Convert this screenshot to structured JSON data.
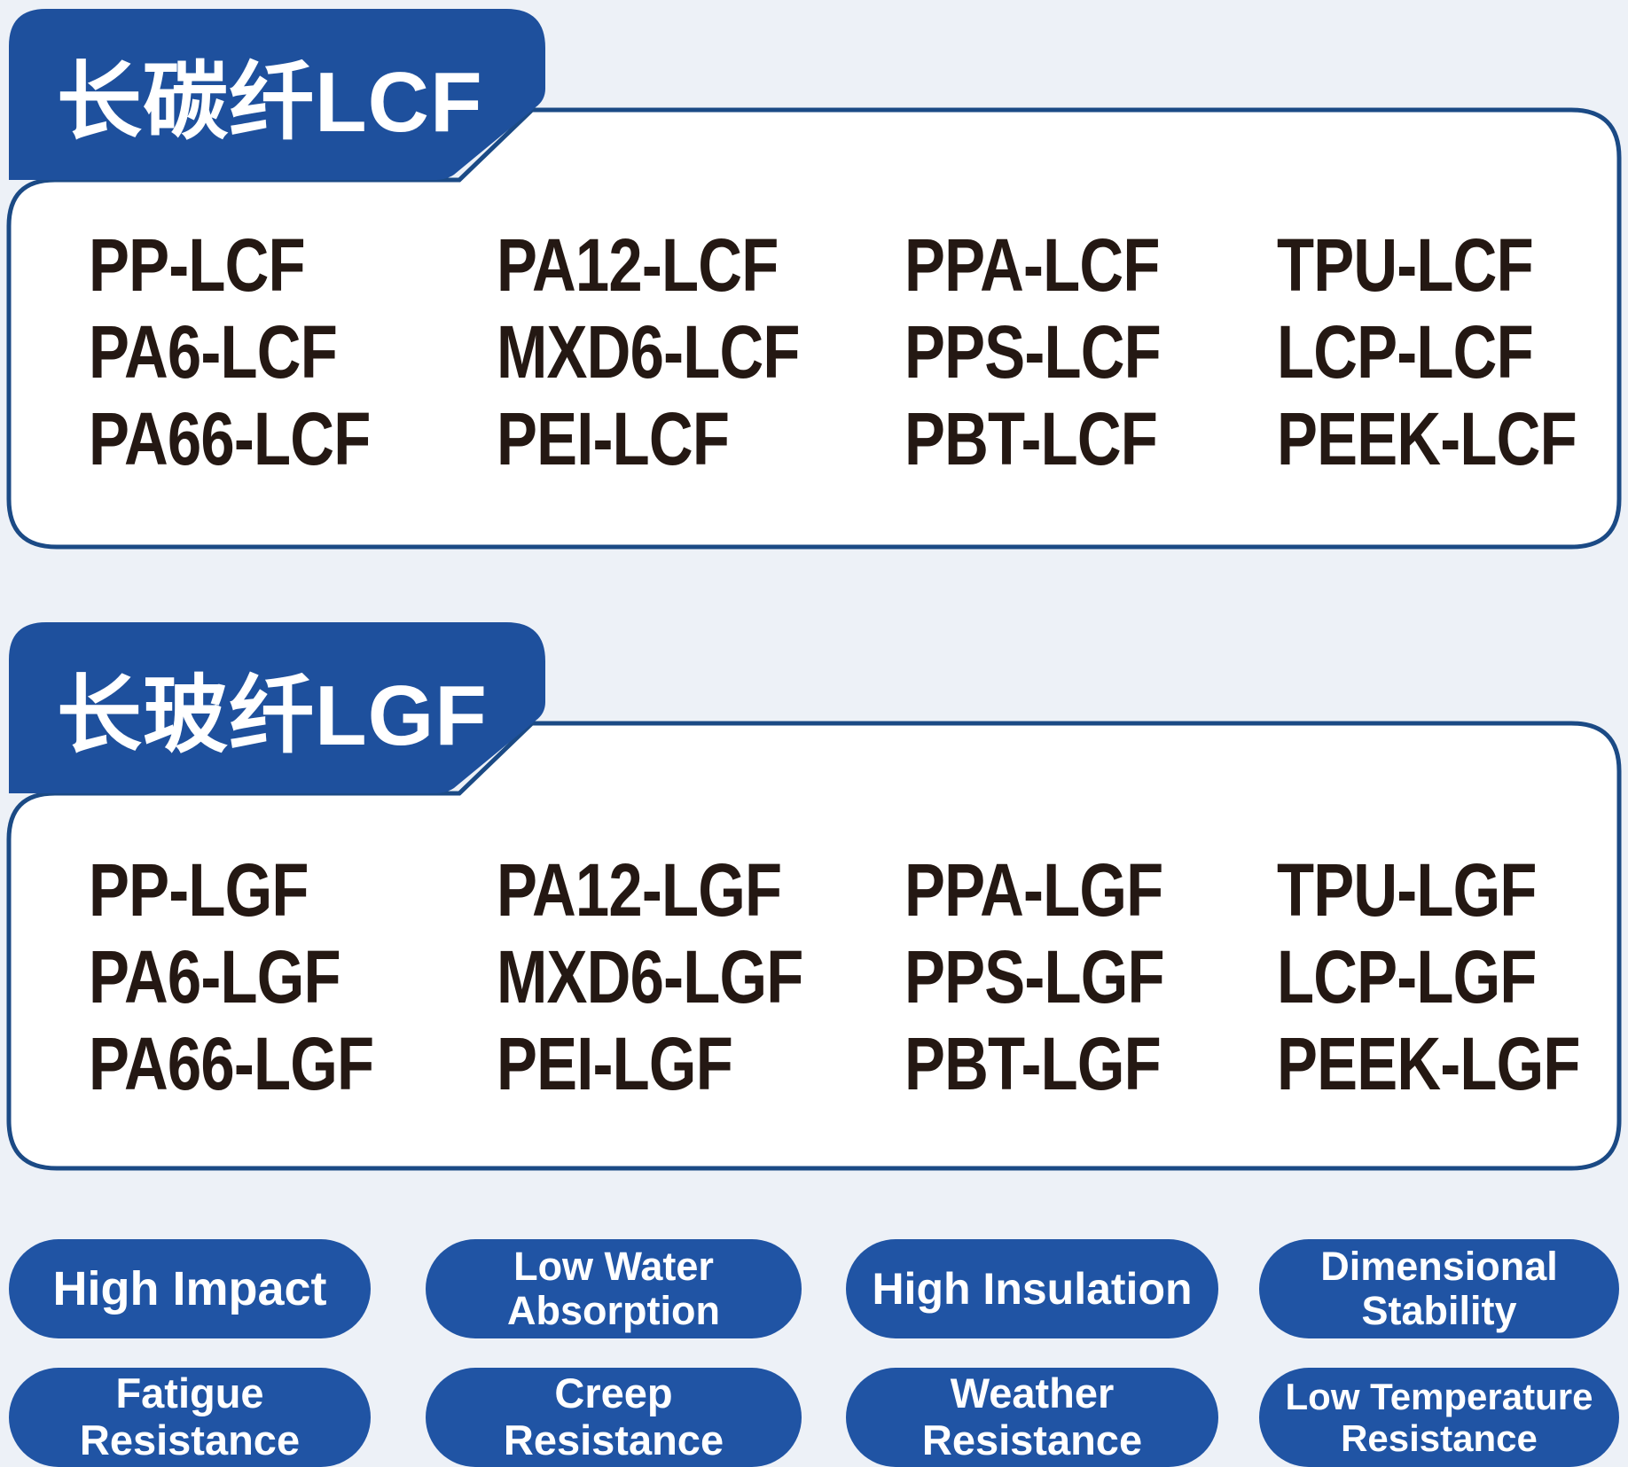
{
  "colors": {
    "background": "#edf1f7",
    "tab_blue": "#1e509d",
    "badge_blue": "#2054a4",
    "panel_border": "#1b4a85",
    "panel_fill": "#ffffff",
    "material_text": "#241813",
    "label_text": "#ffffff"
  },
  "sections": [
    {
      "tab_label": "长碳纤LCF",
      "rows": [
        [
          "PP-LCF",
          "PA12-LCF",
          "PPA-LCF",
          "TPU-LCF"
        ],
        [
          "PA6-LCF",
          "MXD6-LCF",
          "PPS-LCF",
          "LCP-LCF"
        ],
        [
          "PA66-LCF",
          "PEI-LCF",
          "PBT-LCF",
          "PEEK-LCF"
        ]
      ]
    },
    {
      "tab_label": "长玻纤LGF",
      "rows": [
        [
          "PP-LGF",
          "PA12-LGF",
          "PPA-LGF",
          "TPU-LGF"
        ],
        [
          "PA6-LGF",
          "MXD6-LGF",
          "PPS-LGF",
          "LCP-LGF"
        ],
        [
          "PA66-LGF",
          "PEI-LGF",
          "PBT-LGF",
          "PEEK-LGF"
        ]
      ]
    }
  ],
  "badges": [
    {
      "line1": "High Impact",
      "line2": ""
    },
    {
      "line1": "Low Water",
      "line2": "Absorption"
    },
    {
      "line1": "High Insulation",
      "line2": ""
    },
    {
      "line1": "Dimensional",
      "line2": "Stability"
    },
    {
      "line1": "Fatigue",
      "line2": "Resistance"
    },
    {
      "line1": "Creep",
      "line2": "Resistance"
    },
    {
      "line1": "Weather",
      "line2": "Resistance"
    },
    {
      "line1": "Low Temperature",
      "line2": "Resistance"
    }
  ]
}
